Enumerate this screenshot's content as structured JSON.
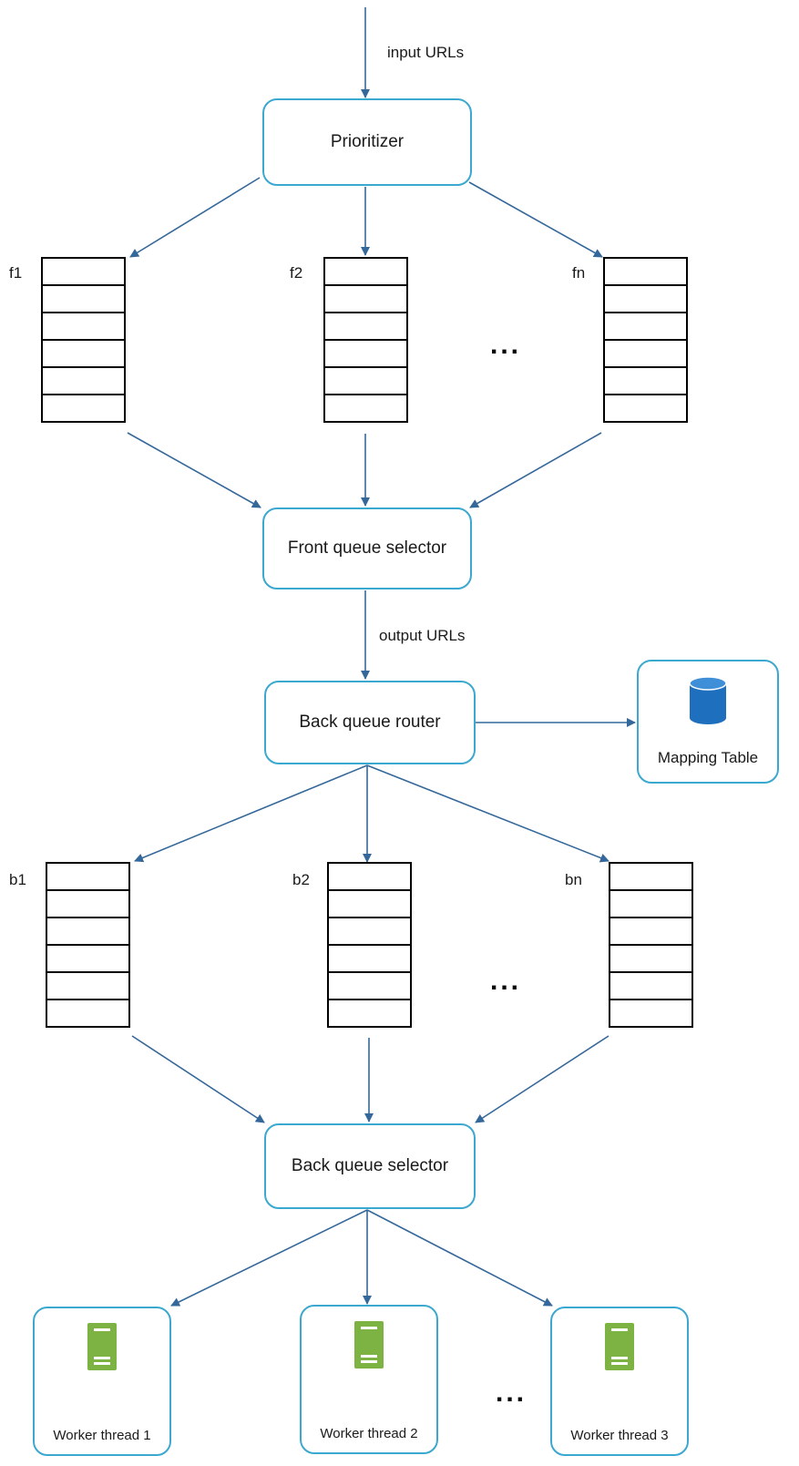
{
  "colors": {
    "box_border": "#3ba8cf",
    "arrow": "#35689a",
    "database": "#1f6fbf",
    "server": "#7cb342"
  },
  "input_label": "input URLs",
  "output_label": "output URLs",
  "prioritizer": "Prioritizer",
  "front_selector": "Front queue selector",
  "back_router": "Back queue router",
  "mapping_table": {
    "label": "Mapping Table",
    "icon": "database-icon"
  },
  "back_selector": "Back queue selector",
  "front_queues": [
    {
      "label": "f1"
    },
    {
      "label": "f2"
    },
    {
      "label": "fn"
    }
  ],
  "back_queues": [
    {
      "label": "b1"
    },
    {
      "label": "b2"
    },
    {
      "label": "bn"
    }
  ],
  "ellipsis": "...",
  "workers": [
    {
      "label": "Worker thread 1",
      "icon": "server-icon"
    },
    {
      "label": "Worker thread 2",
      "icon": "server-icon"
    },
    {
      "label": "Worker thread 3",
      "icon": "server-icon"
    }
  ]
}
